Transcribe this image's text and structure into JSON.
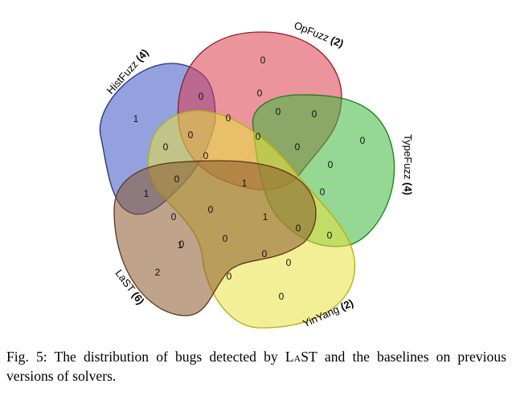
{
  "sets": [
    {
      "name": "HistFuzz",
      "count": "(4)",
      "color": "#3b53c4",
      "stroke": "#1f2d8a"
    },
    {
      "name": "OpFuzz",
      "count": "(2)",
      "color": "#dc3d4a",
      "stroke": "#8c1f26"
    },
    {
      "name": "TypeFuzz",
      "count": "(4)",
      "color": "#3db83d",
      "stroke": "#1a7f1a"
    },
    {
      "name": "YinYang",
      "count": "(2)",
      "color": "#e7e23f",
      "stroke": "#b3ad10"
    },
    {
      "name": "LaST",
      "count": "(6)",
      "color": "#8b5a2b",
      "stroke": "#5a3618"
    }
  ],
  "regions": [
    "0",
    "0",
    "0",
    "0",
    "0",
    "1",
    "0",
    "0",
    "0",
    "0",
    "0",
    "0",
    "0",
    "0",
    "1",
    "0",
    "0",
    "1",
    "1",
    "0",
    "0",
    "0",
    "0",
    "0",
    "2",
    "0",
    "0",
    "0",
    "1",
    "0",
    "0"
  ],
  "caption": {
    "prefix": "Fig. 5: The distribution of bugs detected by ",
    "tool": "LaST",
    "suffix": " and the baselines on previous versions of solvers."
  }
}
